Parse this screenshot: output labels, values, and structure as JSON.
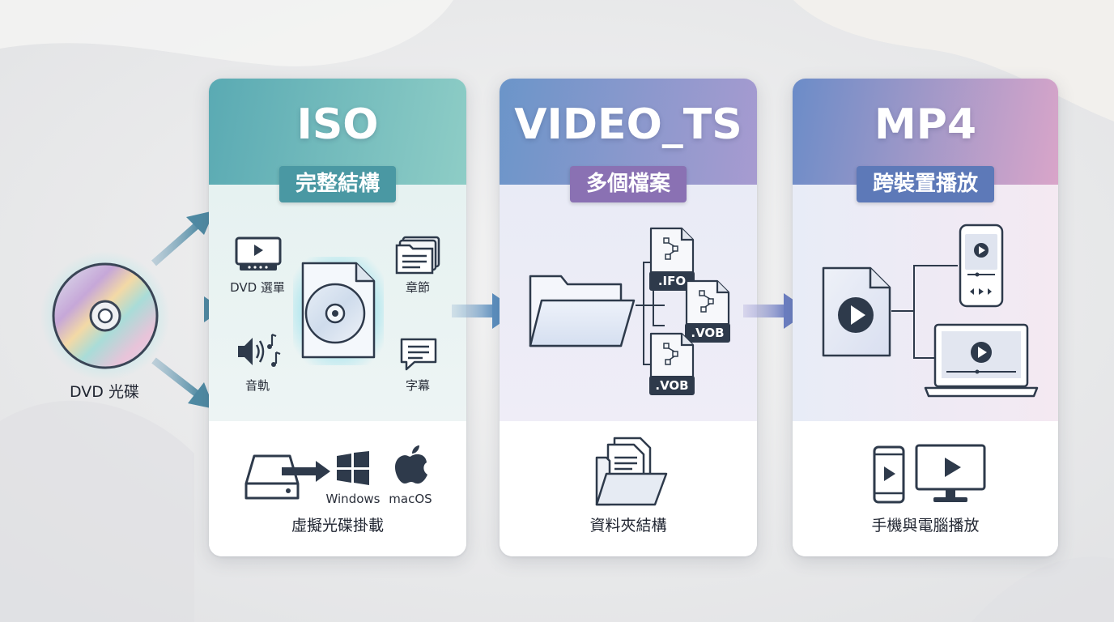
{
  "source": {
    "label": "DVD 光碟"
  },
  "cards": {
    "iso": {
      "title": "ISO",
      "subtitle": "完整結構",
      "features": {
        "menu": "DVD 選單",
        "chapters": "章節",
        "audio": "音軌",
        "subtitles": "字幕"
      },
      "os": {
        "windows": "Windows",
        "mac": "macOS"
      },
      "footer": "虛擬光碟掛載"
    },
    "video_ts": {
      "title": "VIDEO_TS",
      "subtitle": "多個檔案",
      "files": [
        ".IFO",
        ".VOB",
        ".VOB"
      ],
      "footer": "資料夾結構"
    },
    "mp4": {
      "title": "MP4",
      "subtitle": "跨裝置播放",
      "footer": "手機與電腦播放"
    }
  },
  "colors": {
    "iso_accent": "#4a98a3",
    "video_ts_accent": "#8a71b3",
    "mp4_accent": "#5d79b8",
    "icon_dark": "#2e3a4b"
  }
}
